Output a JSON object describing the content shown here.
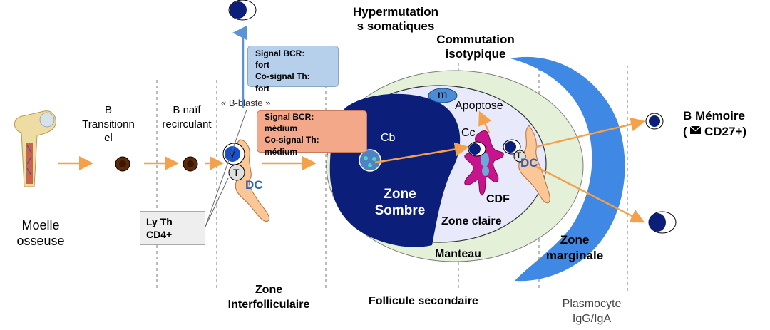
{
  "stages": {
    "moelle": "Moelle\nosseuse",
    "transitionnel": "B\nTransitionn\nel",
    "naif": "B naïf\nrecirculant",
    "blaste": "« B-blaste »"
  },
  "boxes": {
    "fort": "Signal BCR:\nfort\nCo-signal Th:\nfort",
    "medium": "Signal BCR:\nmédium\nCo-signal Th:\nmédium",
    "lyth": "Ly Th\nCD4+"
  },
  "top": {
    "hypermutation": "Hypermutation\ns somatiques",
    "commutation": "Commutation\nisotypique"
  },
  "follicle": {
    "m": "m",
    "apoptose": "Apoptose",
    "cb": "Cb",
    "cc": "Cc",
    "t": "T",
    "dc": "DC",
    "cdf": "CDF",
    "zone_sombre": "Zone\nSombre",
    "zone_claire": "Zone claire",
    "manteau": "Manteau",
    "follicule": "Follicule secondaire"
  },
  "zones": {
    "interfolliculaire": "Zone\nInterfolliculaire",
    "marginale": "Zone\nmarginale"
  },
  "output": {
    "memoire_title": "B Mémoire",
    "memoire_marker": "CD27+)",
    "plasmocyte": "Plasmocyte\nIgG/IgA"
  },
  "colors": {
    "arrow": "#f5a04a",
    "dark_zone": "#0b1e7a",
    "light_zone": "#e8eafc",
    "mantle": "#e4f1d8",
    "marginal": "#3f88e3",
    "cdf": "#c8148c",
    "dc": "#fbc796",
    "box_fort": "#b6d0ec",
    "box_medium": "#f3a889",
    "box_lyth": "#eeeeee"
  }
}
